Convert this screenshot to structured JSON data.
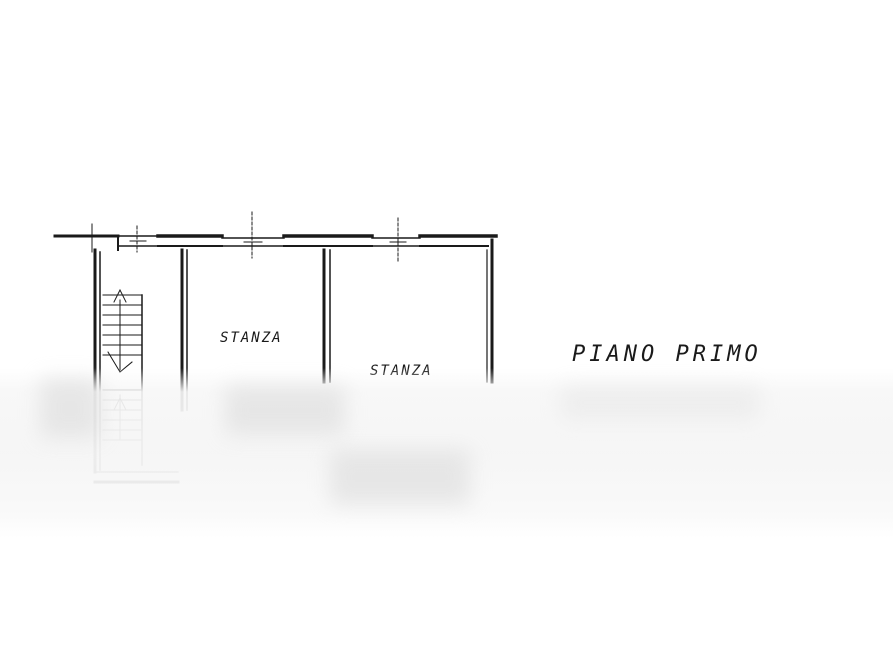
{
  "plan": {
    "room_label_1": "STANZA",
    "room_label_2": "STANZA",
    "floor_title": "PIANO PRIMO"
  },
  "colors": {
    "ink": "#1a1a1a",
    "paper": "#ffffff"
  }
}
